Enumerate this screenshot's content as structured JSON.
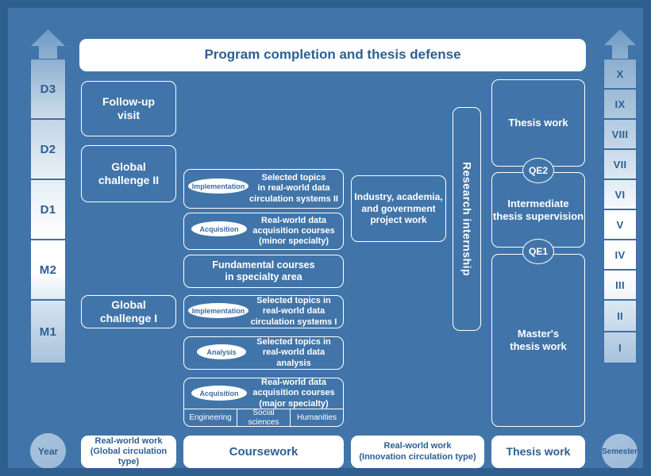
{
  "theme": {
    "background": "#4175a9",
    "outer_border": "#2f5f8f",
    "box_outline": "#ffffff",
    "white_fill": "#ffffff",
    "dark_blue_text": "#2d5f94"
  },
  "header": {
    "title": "Program completion and thesis defense"
  },
  "year_axis": {
    "label": "Year",
    "segments": [
      "D3",
      "D2",
      "D1",
      "M2",
      "M1"
    ]
  },
  "semester_axis": {
    "label": "Semester",
    "segments": [
      "X",
      "IX",
      "VIII",
      "VII",
      "VI",
      "V",
      "IV",
      "III",
      "II",
      "I"
    ]
  },
  "left_column": {
    "boxes": [
      {
        "label": "Follow-up\nvisit"
      },
      {
        "label": "Global\nchallenge II"
      },
      {
        "label": "Global\nchallenge I"
      }
    ]
  },
  "coursework_column": {
    "rows": [
      {
        "tag": "Implementation",
        "text": "Selected topics\nin real-world data\ncirculation systems II"
      },
      {
        "tag": "Acquisition",
        "text": "Real-world data\nacquisition courses\n(minor specialty)"
      },
      {
        "tag": "",
        "text": "Fundamental courses\nin specialty area"
      },
      {
        "tag": "Implementation",
        "text": "Selected topics in\nreal-world data\ncirculation systems I"
      },
      {
        "tag": "Analysis",
        "text": "Selected topics in\nreal-world data\nanalysis"
      },
      {
        "tag": "Acquisition",
        "text": "Real-world data\nacquisition courses\n(major specialty)",
        "subcells": [
          "Engineering",
          "Social\nsciences",
          "Humanities"
        ]
      }
    ]
  },
  "project_column": {
    "box": {
      "label": "Industry, academia,\nand government\nproject work"
    }
  },
  "internship_column": {
    "box": {
      "label": "Research internship"
    }
  },
  "thesis_column": {
    "boxes": [
      {
        "label": "Thesis work"
      },
      {
        "label": "Intermediate\nthesis supervision"
      },
      {
        "label": "Master's\nthesis work"
      }
    ],
    "milestones": [
      "QE2",
      "QE1"
    ]
  },
  "footer": {
    "items": [
      {
        "label": "Real-world work\n(Global circulation type)"
      },
      {
        "label": "Coursework"
      },
      {
        "label": "Real-world work\n(Innovation circulation type)"
      },
      {
        "label": "Thesis work"
      }
    ]
  }
}
